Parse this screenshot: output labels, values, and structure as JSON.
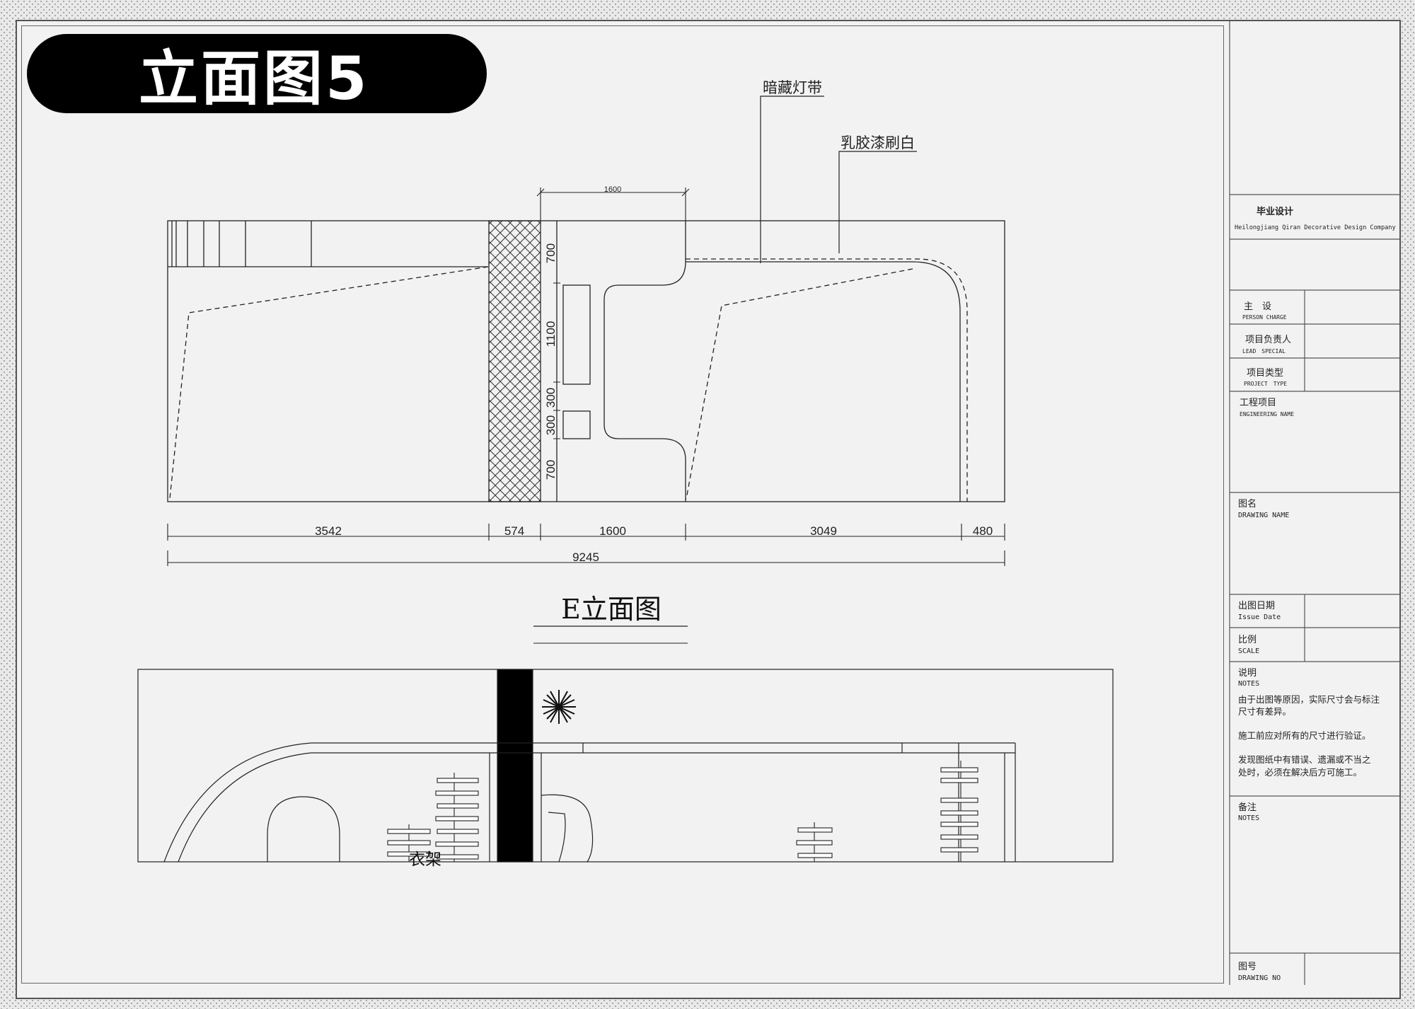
{
  "sheet_title": "立面图5",
  "elevation_top": {
    "name": "E立面图",
    "annotations": {
      "hidden_light_strip": "暗藏灯带",
      "latex_paint": "乳胶漆刷白"
    },
    "dim_top": "1600",
    "dims_bottom": [
      "3542",
      "574",
      "1600",
      "3049",
      "480"
    ],
    "dim_total": "9245",
    "dims_vertical": [
      "700",
      "1100",
      "300",
      "300",
      "700"
    ]
  },
  "elevation_bottom": {
    "label": "衣架"
  },
  "title_block": {
    "project_cn": "毕业设计",
    "company": "Heilongjiang Qiran Decorative Design Company",
    "rows": [
      {
        "cn": "主　设",
        "en": "PERSON CHARGE"
      },
      {
        "cn": "项目负责人",
        "en": "LEAD　SPECIAL"
      },
      {
        "cn": "项目类型",
        "en": "PROJECT　TYPE"
      }
    ],
    "engineering_cn": "工程项目",
    "engineering_en": "ENGINEERING NAME",
    "drawing_name_cn": "图名",
    "drawing_name_en": "DRAWING NAME",
    "issue_date_cn": "出图日期",
    "issue_date_en": "Issue Date",
    "scale_cn": "比例",
    "scale_en": "SCALE",
    "notes_cn": "说明",
    "notes_en": "NOTES",
    "note_1a": "由于出图等原因，实际尺寸会与标注",
    "note_1b": "尺寸有差异。",
    "note_2": "施工前应对所有的尺寸进行验证。",
    "note_3a": "发现图纸中有错误、遗漏或不当之",
    "note_3b": "处时，必须在解决后方可施工。",
    "remarks_cn": "备注",
    "remarks_en": "NOTES",
    "drawing_no_cn": "图号",
    "drawing_no_en": "DRAWING NO"
  }
}
